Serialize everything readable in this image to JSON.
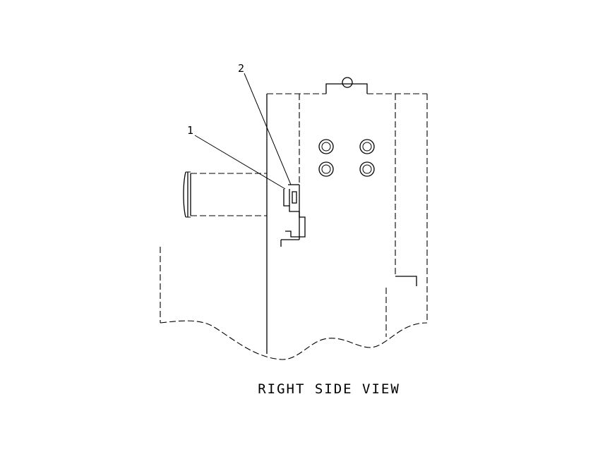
{
  "callouts": [
    {
      "id": "1",
      "label": "1"
    },
    {
      "id": "2",
      "label": "2"
    }
  ],
  "caption": "RIGHT SIDE VIEW",
  "colors": {
    "line": "#000000",
    "background": "#ffffff"
  }
}
